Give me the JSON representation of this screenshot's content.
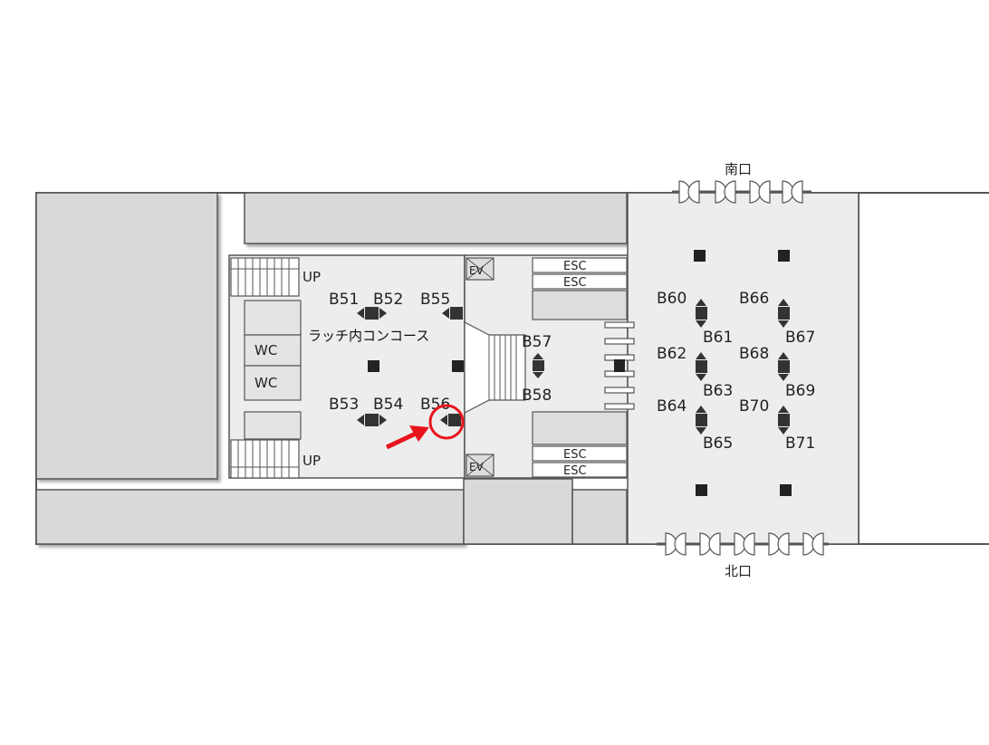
{
  "labels": {
    "concourse": "ラッチ内コンコース",
    "south_exit": "南口",
    "north_exit": "北口",
    "up": "UP",
    "wc": "WC",
    "ev": "EV",
    "esc": "ESC"
  },
  "exits": {
    "b51": "B51",
    "b52": "B52",
    "b53": "B53",
    "b54": "B54",
    "b55": "B55",
    "b56": "B56",
    "b57": "B57",
    "b58": "B58",
    "b60": "B60",
    "b61": "B61",
    "b62": "B62",
    "b63": "B63",
    "b64": "B64",
    "b65": "B65",
    "b66": "B66",
    "b67": "B67",
    "b68": "B68",
    "b69": "B69",
    "b70": "B70",
    "b71": "B71"
  },
  "highlight": {
    "exit": "B56",
    "color": "#e8141b"
  },
  "colors": {
    "floor": "#ededed",
    "block": "#d9d9d9",
    "wall": "#555555",
    "shadow": "#9a9a9a"
  },
  "icons": [
    "stairs-icon",
    "elevator-icon",
    "escalator-icon",
    "gate-icon",
    "pillar-icon",
    "arrow-icon"
  ]
}
